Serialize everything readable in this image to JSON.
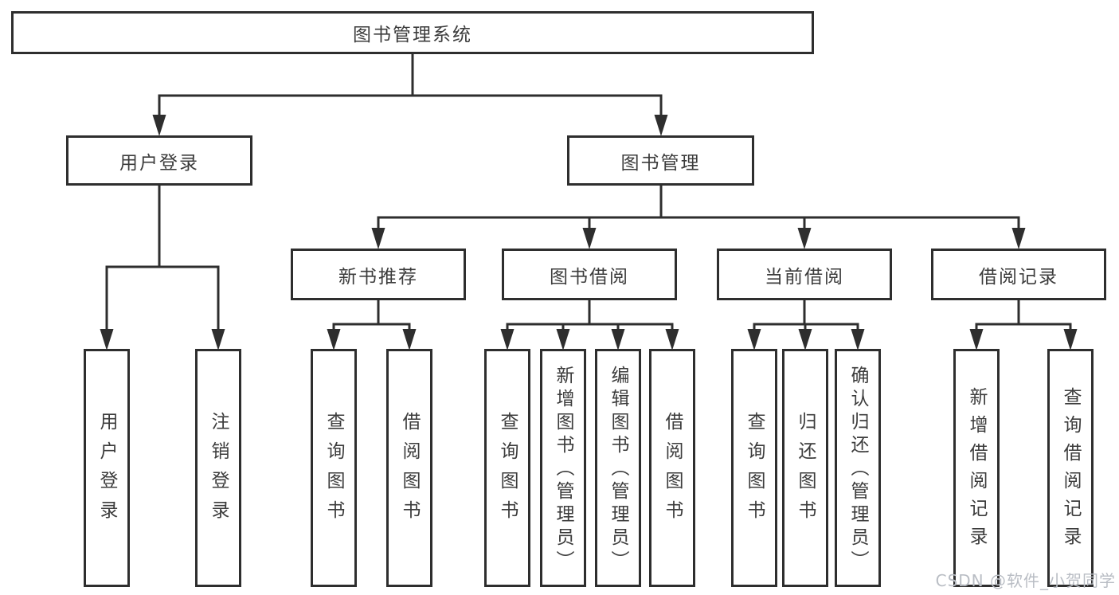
{
  "diagram": {
    "nodes": {
      "root": "图书管理系统",
      "user_login_branch": "用户登录",
      "book_management": "图书管理",
      "new_book_recommend": "新书推荐",
      "book_borrow": "图书借阅",
      "current_borrow": "当前借阅",
      "borrow_records": "借阅记录",
      "leaf_user_login": "用户登录",
      "leaf_logout": "注销登录",
      "leaf_nbr_query_book": "查询图书",
      "leaf_nbr_borrow_book": "借阅图书",
      "leaf_bb_query_book": "查询图书",
      "leaf_bb_add_book_admin": "新增图书（管理员）",
      "leaf_bb_edit_book_admin": "编辑图书（管理员）",
      "leaf_bb_borrow_book": "借阅图书",
      "leaf_cb_query_book": "查询图书",
      "leaf_cb_return_book": "归还图书",
      "leaf_cb_confirm_return_admin": "确认归还（管理员）",
      "leaf_br_add_record": "新增借阅记录",
      "leaf_br_query_record": "查询借阅记录"
    },
    "hierarchy": [
      {
        "parent": "图书管理系统",
        "children": [
          "用户登录",
          "图书管理"
        ]
      },
      {
        "parent": "用户登录",
        "children": [
          "用户登录",
          "注销登录"
        ]
      },
      {
        "parent": "图书管理",
        "children": [
          "新书推荐",
          "图书借阅",
          "当前借阅",
          "借阅记录"
        ]
      },
      {
        "parent": "新书推荐",
        "children": [
          "查询图书",
          "借阅图书"
        ]
      },
      {
        "parent": "图书借阅",
        "children": [
          "查询图书",
          "新增图书（管理员）",
          "编辑图书（管理员）",
          "借阅图书"
        ]
      },
      {
        "parent": "当前借阅",
        "children": [
          "查询图书",
          "归还图书",
          "确认归还（管理员）"
        ]
      },
      {
        "parent": "借阅记录",
        "children": [
          "新增借阅记录",
          "查询借阅记录"
        ]
      }
    ],
    "colors": {
      "line": "#2e2e2e",
      "text": "#3c3c3c",
      "watermark": "#b9bdc4",
      "background": "#ffffff"
    }
  },
  "watermark": "CSDN @软件_小贺同学"
}
